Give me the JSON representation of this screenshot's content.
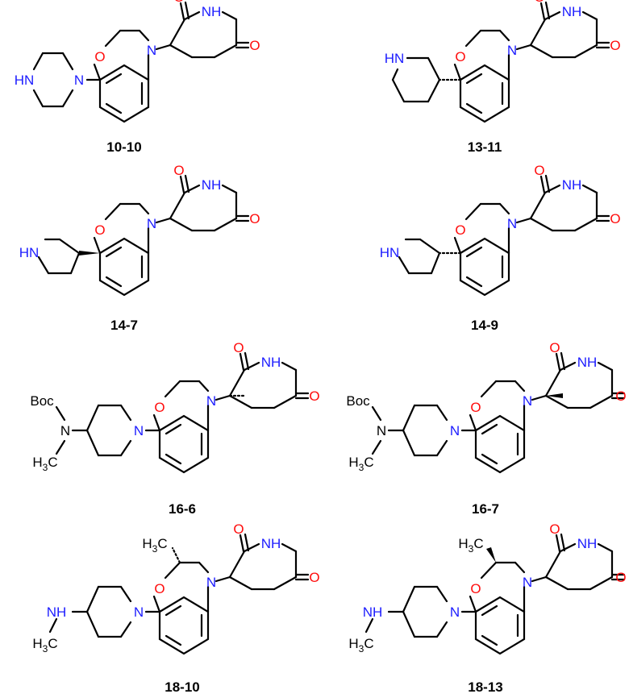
{
  "compounds": [
    {
      "label": "10-10",
      "atoms": {
        "ketone_o": "O",
        "imide_nh": "NH",
        "imide_o": "O",
        "ring_o": "O",
        "ring_n": "N",
        "sub_n": "N",
        "sub_nh": "HN"
      }
    },
    {
      "label": "13-11",
      "atoms": {
        "ketone_o": "O",
        "imide_nh": "NH",
        "imide_o": "O",
        "ring_o": "O",
        "ring_n": "N",
        "sub_nh": "HN"
      }
    },
    {
      "label": "14-7",
      "atoms": {
        "ketone_o": "O",
        "imide_nh": "NH",
        "imide_o": "O",
        "ring_o": "O",
        "ring_n": "N",
        "sub_nh": "HN"
      }
    },
    {
      "label": "14-9",
      "atoms": {
        "ketone_o": "O",
        "imide_nh": "NH",
        "imide_o": "O",
        "ring_o": "O",
        "ring_n": "N",
        "sub_nh": "HN"
      }
    },
    {
      "label": "16-6",
      "atoms": {
        "ketone_o": "O",
        "imide_nh": "NH",
        "imide_o": "O",
        "ring_o": "O",
        "ring_n": "N",
        "sub_n": "N",
        "amine_n": "N",
        "boc": "Boc",
        "methyl": "H3C"
      }
    },
    {
      "label": "16-7",
      "atoms": {
        "ketone_o": "O",
        "imide_nh": "NH",
        "imide_o": "O",
        "ring_o": "O",
        "ring_n": "N",
        "sub_n": "N",
        "amine_n": "N",
        "boc": "Boc",
        "methyl": "H3C"
      }
    },
    {
      "label": "18-10",
      "atoms": {
        "ketone_o": "O",
        "imide_nh": "NH",
        "imide_o": "O",
        "ring_o": "O",
        "ring_n": "N",
        "sub_n": "N",
        "amine_nh": "NH",
        "methyl": "H3C",
        "ring_methyl": "H3C"
      }
    },
    {
      "label": "18-13",
      "atoms": {
        "ketone_o": "O",
        "imide_nh": "NH",
        "imide_o": "O",
        "ring_o": "O",
        "ring_n": "N",
        "sub_n": "N",
        "amine_nh": "NH",
        "methyl": "H3C",
        "ring_methyl": "H3C"
      }
    }
  ],
  "colors": {
    "nitrogen": "#1c1cff",
    "oxygen": "#ff0d0d",
    "bond": "#000000",
    "label": "#000000"
  }
}
